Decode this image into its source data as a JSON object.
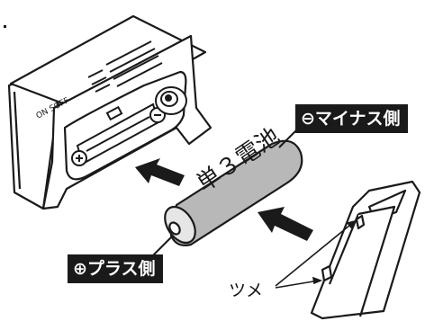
{
  "labels": {
    "minus_side": "⊖マイナス側",
    "plus_side": "⊕プラス側",
    "tabs": "ツメ",
    "battery_type": "単３電池"
  },
  "device_markings": {
    "switch_text": "ON SOFF"
  },
  "colors": {
    "callout_background": "#1a1a1a",
    "callout_text": "#ffffff",
    "battery_body": "#b8b8b8",
    "line": "#1a1a1a"
  },
  "icons": [
    "minus-terminal-icon",
    "plus-terminal-icon",
    "insert-arrow-icon",
    "pointer-arrow-icon"
  ]
}
